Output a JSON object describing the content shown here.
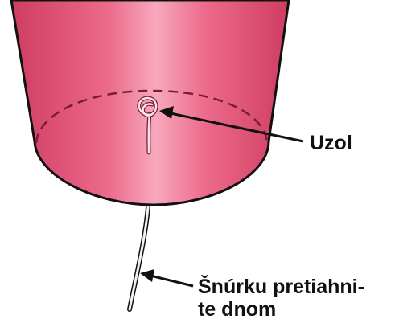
{
  "callouts": {
    "knot": "Uzol",
    "string_line1": "Šnúrku pretiahni-",
    "string_line2": "te dnom"
  },
  "colors": {
    "cup_body": "#e8587a",
    "cup_highlight": "#f7a8bd",
    "cup_dark": "#cf3c62",
    "outline": "#111111",
    "string": "#f4eef0"
  }
}
